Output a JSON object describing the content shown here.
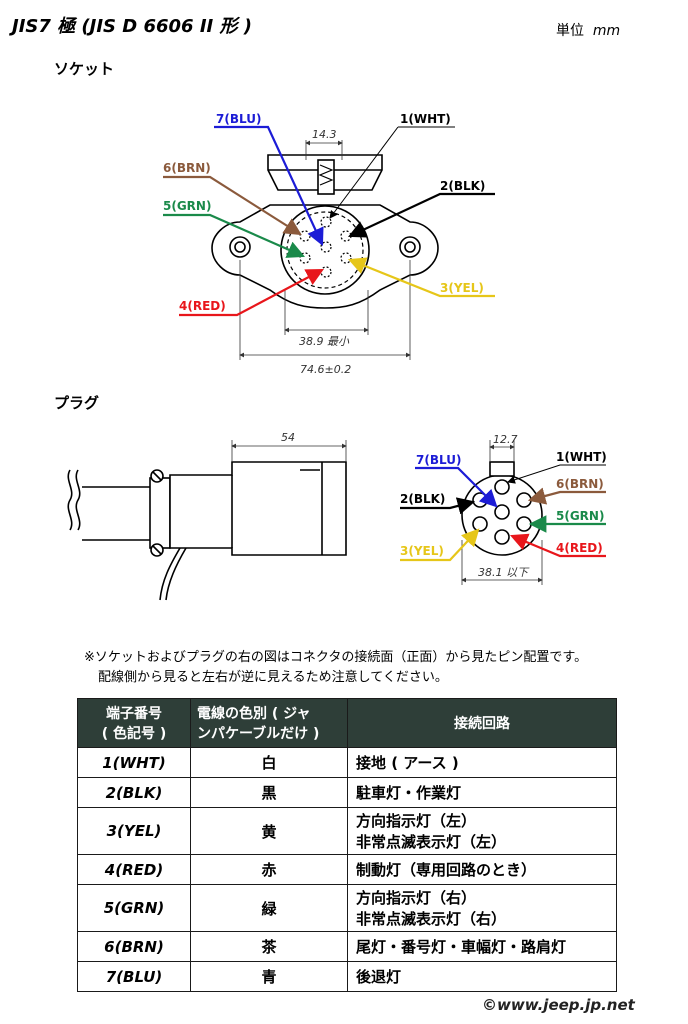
{
  "title": "JIS7 極 (JIS D 6606 II 形 )",
  "unit": {
    "label": "単位",
    "value": "mm"
  },
  "socket": {
    "heading": "ソケット",
    "dim_top": "14.3",
    "dim_inner": "38.9 最小",
    "dim_outer": "74.6±0.2",
    "labels": {
      "p1": "1(WHT)",
      "p2": "2(BLK)",
      "p3": "3(YEL)",
      "p4": "4(RED)",
      "p5": "5(GRN)",
      "p6": "6(BRN)",
      "p7": "7(BLU)"
    }
  },
  "plug": {
    "heading": "プラグ",
    "dim_len": "54",
    "dim_top": "12.7",
    "dim_bottom": "38.1 以下",
    "labels": {
      "p1": "1(WHT)",
      "p2": "2(BLK)",
      "p3": "3(YEL)",
      "p4": "4(RED)",
      "p5": "5(GRN)",
      "p6": "6(BRN)",
      "p7": "7(BLU)"
    }
  },
  "colors": {
    "wht": "#000000",
    "blk": "#000000",
    "yel": "#e6c619",
    "red": "#e8161b",
    "grn": "#1a8a4a",
    "brn": "#8b5a3c",
    "blu": "#1c1cd6",
    "header_bg": "#2e3e38"
  },
  "note": {
    "line1": "※ソケットおよびプラグの右の図はコネクタの接続面（正面）から見たピン配置です。",
    "line2": "配線側から見ると左右が逆に見えるため注意してください。"
  },
  "table": {
    "headers": {
      "c1": "端子番号\n( 色記号 )",
      "c2": "電線の色別 ( ジャ\nンパケーブルだけ )",
      "c3": "接続回路"
    },
    "rows": [
      {
        "pin": "1(WHT)",
        "color": "白",
        "circuit": "接地 ( アース )"
      },
      {
        "pin": "2(BLK)",
        "color": "黒",
        "circuit": "駐車灯・作業灯"
      },
      {
        "pin": "3(YEL)",
        "color": "黄",
        "circuit": "方向指示灯（左）\n非常点滅表示灯（左）"
      },
      {
        "pin": "4(RED)",
        "color": "赤",
        "circuit": "制動灯（専用回路のとき）"
      },
      {
        "pin": "5(GRN)",
        "color": "緑",
        "circuit": "方向指示灯（右）\n非常点滅表示灯（右）"
      },
      {
        "pin": "6(BRN)",
        "color": "茶",
        "circuit": "尾灯・番号灯・車幅灯・路肩灯"
      },
      {
        "pin": "7(BLU)",
        "color": "青",
        "circuit": "後退灯"
      }
    ]
  },
  "copyright": "©www.jeep.jp.net"
}
